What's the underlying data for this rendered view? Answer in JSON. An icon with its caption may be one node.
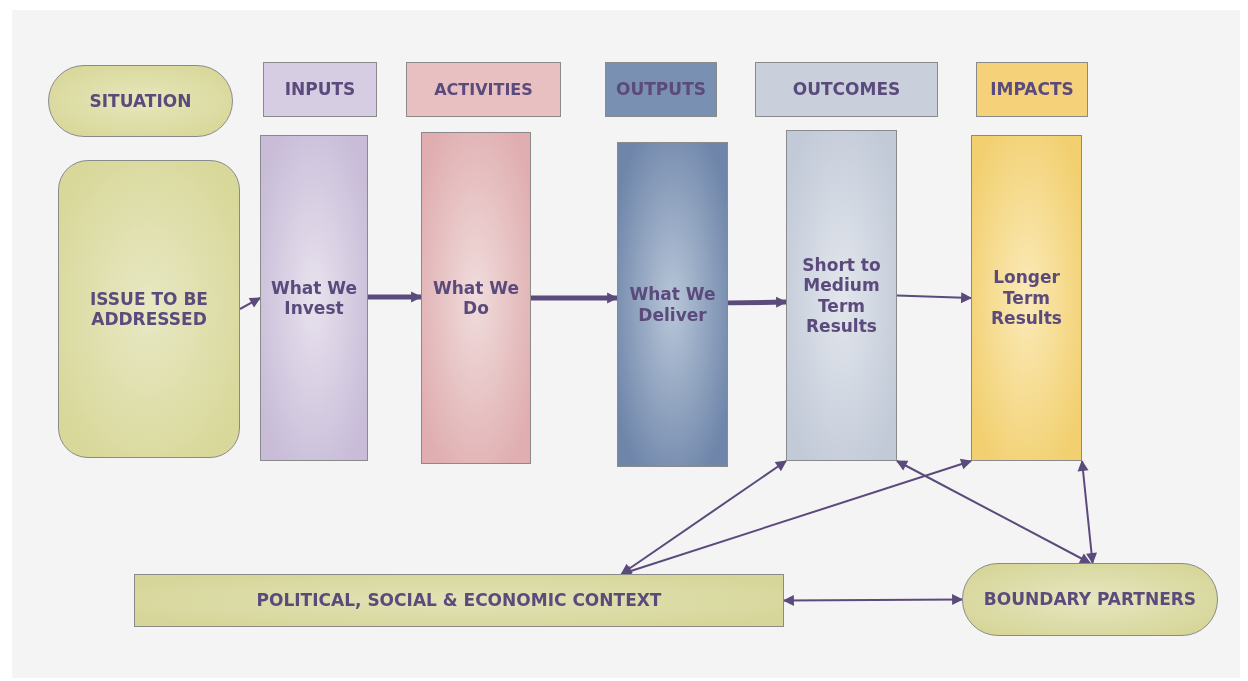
{
  "diagram": {
    "nodes": [
      {
        "text": [
          "SITUATION"
        ]
      },
      {
        "text": [
          "INPUTS"
        ]
      },
      {
        "text": [
          "ACTIVITIES"
        ]
      },
      {
        "text": [
          "OUTPUTS"
        ]
      },
      {
        "text": [
          "OUTCOMES"
        ]
      },
      {
        "text": [
          "IMPACTS"
        ]
      },
      {
        "text": [
          "ISSUE TO BE ADDRESSED"
        ]
      },
      {
        "text": [
          "What We Invest"
        ]
      },
      {
        "text": [
          "What We Do"
        ]
      },
      {
        "text": [
          "What We Deliver"
        ]
      },
      {
        "text": [
          "Short to Medium Term Results"
        ]
      },
      {
        "text": [
          "Longer Term Results"
        ]
      },
      {
        "text": [
          "POLITICAL, SOCIAL & ECONOMIC CONTEXT"
        ]
      },
      {
        "text": [
          "BOUNDARY PARTNERS"
        ]
      }
    ],
    "edges": [
      {
        "from": 6,
        "to": 7,
        "arrow": "to"
      },
      {
        "from": 7,
        "to": 8,
        "arrow": "to",
        "style": "thick"
      },
      {
        "from": 8,
        "to": 9,
        "arrow": "to",
        "style": "thick"
      },
      {
        "from": 9,
        "to": 10,
        "arrow": "to",
        "style": "thick"
      },
      {
        "from": 10,
        "to": 11,
        "arrow": "to"
      },
      {
        "from": 12,
        "to": 10,
        "arrow": "both"
      },
      {
        "from": 12,
        "to": 11,
        "arrow": "both"
      },
      {
        "from": 10,
        "to": 13,
        "arrow": "both"
      },
      {
        "from": 11,
        "to": 13,
        "arrow": "both"
      },
      {
        "from": 12,
        "to": 13,
        "arrow": "both"
      }
    ]
  }
}
